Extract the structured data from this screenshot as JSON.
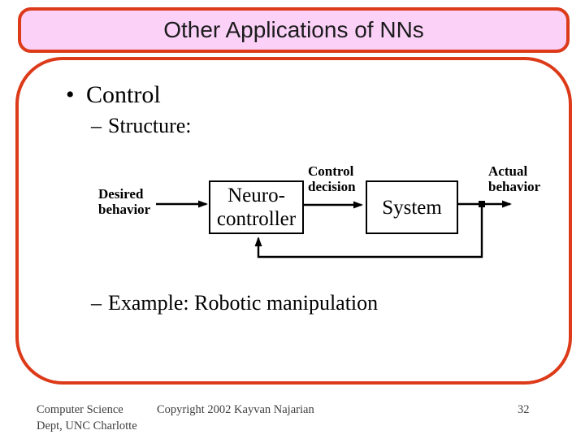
{
  "slide": {
    "title": "Other Applications of NNs",
    "bullet1_marker": "•",
    "bullet1": "Control",
    "sub1_marker": "–",
    "sub1": "Structure:",
    "sub2_marker": "–",
    "sub2": "Example: Robotic manipulation"
  },
  "diagram": {
    "input_label_line1": "Desired",
    "input_label_line2": "behavior",
    "controller_box_line1": "Neuro-",
    "controller_box_line2": "controller",
    "signal_label_line1": "Control",
    "signal_label_line2": "decision",
    "plant_box_label": "System",
    "output_label_line1": "Actual",
    "output_label_line2": "behavior"
  },
  "footer": {
    "left_line1": "Computer Science",
    "left_line2": "Dept, UNC Charlotte",
    "center": "Copyright 2002 Kayvan Najarian",
    "page_number": "32"
  },
  "colors": {
    "accent_border_red": "#dc3a19",
    "title_fill_pink": "#fbd1f8",
    "title_text": "#1c1c1c",
    "body_text": "#000000",
    "footer_text": "#3e3e3e"
  }
}
